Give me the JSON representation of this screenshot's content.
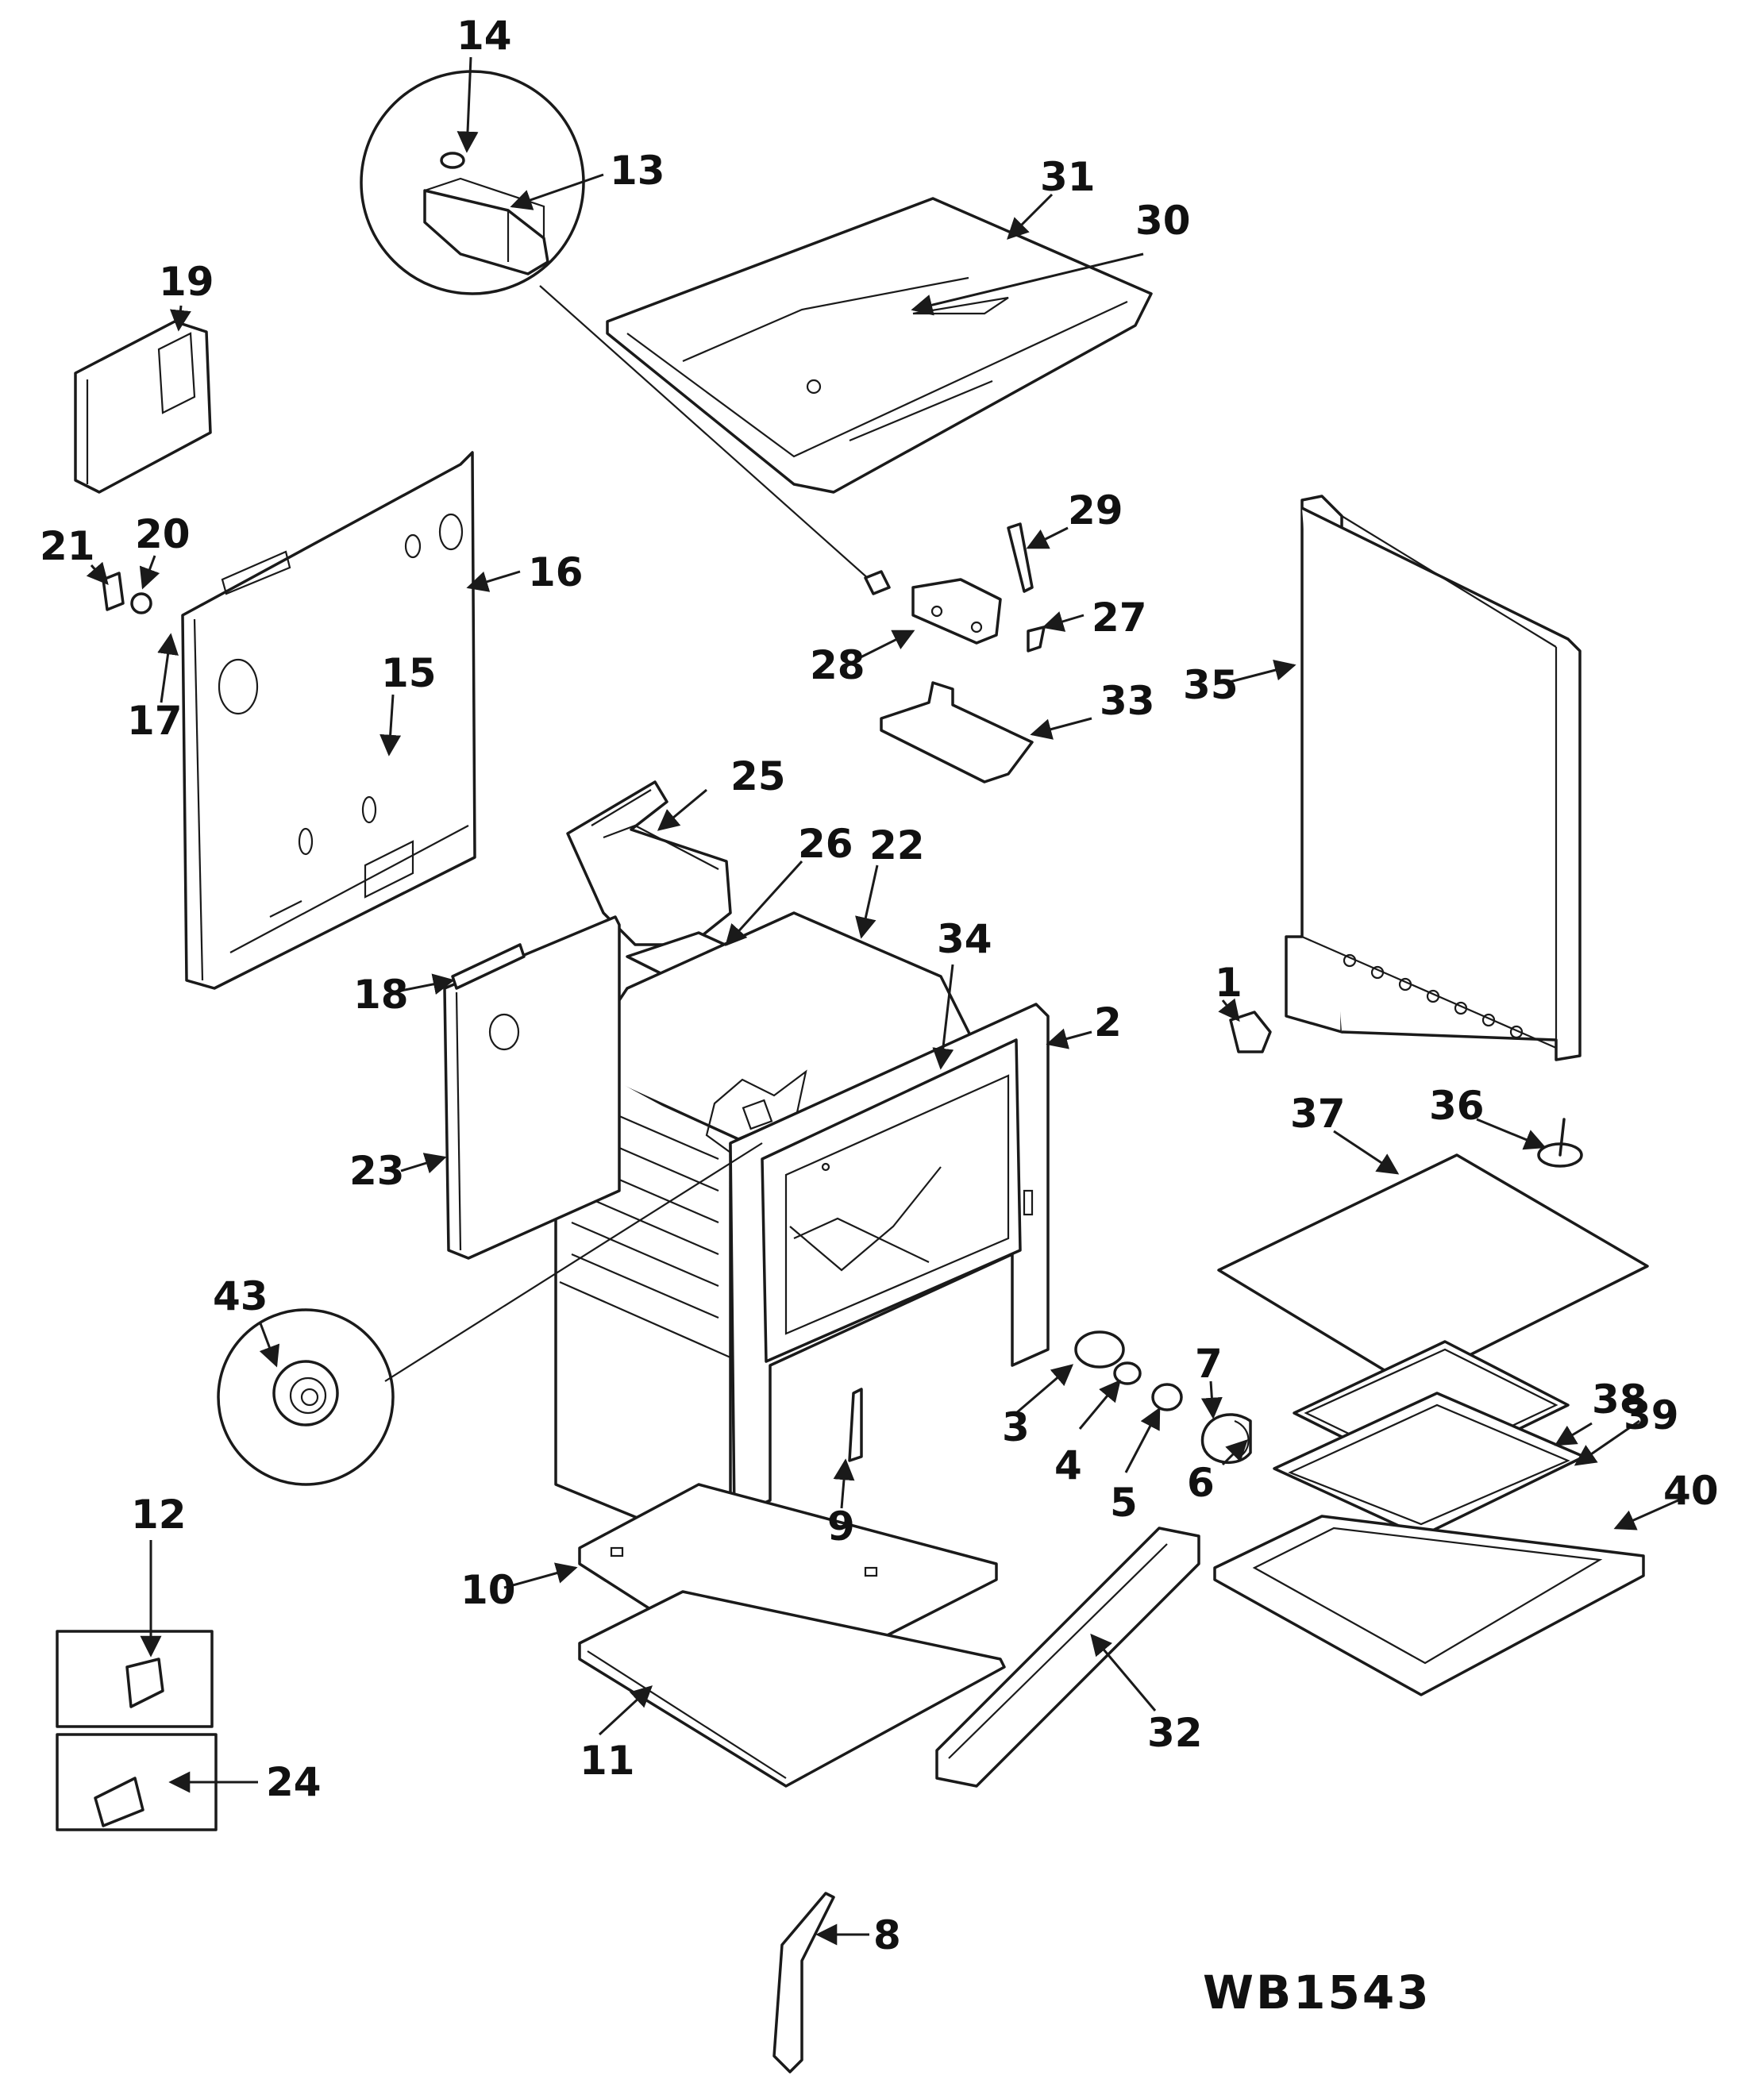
{
  "diagram_code": "WB1543",
  "callouts": {
    "c1": "1",
    "c2": "2",
    "c3": "3",
    "c4": "4",
    "c5": "5",
    "c6": "6",
    "c7": "7",
    "c8": "8",
    "c9": "9",
    "c10": "10",
    "c11": "11",
    "c12": "12",
    "c13": "13",
    "c14": "14",
    "c15": "15",
    "c16": "16",
    "c17": "17",
    "c18": "18",
    "c19": "19",
    "c20": "20",
    "c21": "21",
    "c22": "22",
    "c23": "23",
    "c24": "24",
    "c25": "25",
    "c26": "26",
    "c27": "27",
    "c28": "28",
    "c29": "29",
    "c30": "30",
    "c31": "31",
    "c32": "32",
    "c33": "33",
    "c34": "34",
    "c35": "35",
    "c36": "36",
    "c37": "37",
    "c38": "38",
    "c39": "39",
    "c40": "40",
    "c43": "43"
  }
}
